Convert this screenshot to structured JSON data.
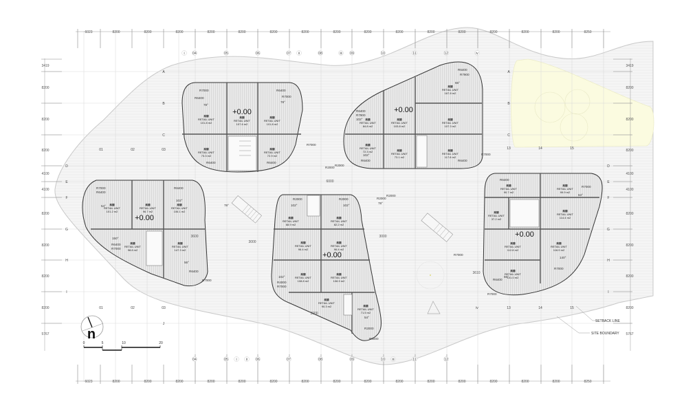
{
  "drawing": {
    "type": "architectural ground floor plan",
    "level_label": "+0.00",
    "colors": {
      "site_fill": "#f1f1f1",
      "building_fill": "#e6e6e6",
      "line": "#444444",
      "grid": "#c8c8c8",
      "highlight_zone": "#fbfbe2"
    }
  },
  "top_dimensions": [
    "6023",
    "8200",
    "8200",
    "8200",
    "8200",
    "8200",
    "8200",
    "8200",
    "8200",
    "8200",
    "8200",
    "8200",
    "8200",
    "8200",
    "8200",
    "8200",
    "8200",
    "8250"
  ],
  "bottom_dimensions": [
    "6023",
    "8200",
    "8200",
    "8200",
    "8200",
    "8200",
    "8200",
    "8200",
    "8200",
    "8200",
    "8200",
    "8200",
    "8200",
    "8200",
    "8200",
    "8200",
    "8200",
    "8250"
  ],
  "left_dimensions": [
    "3419",
    "8200",
    "8200",
    "8200",
    "4100",
    "4100",
    "8200",
    "8200",
    "8200",
    "8200",
    "5767"
  ],
  "right_dimensions": [
    "3419",
    "8200",
    "8200",
    "8200",
    "4100",
    "4100",
    "8200",
    "8200",
    "8200",
    "8200",
    "5767"
  ],
  "top_grid_labels": [
    "i",
    "04",
    "05",
    "06",
    "07",
    "ii",
    "08",
    "iii",
    "09",
    "10",
    "11",
    "12",
    "iv"
  ],
  "bottom_grid_labels": [
    "04",
    "05",
    "i",
    "ii",
    "06",
    "07",
    "08",
    "09",
    "10",
    "iii",
    "11",
    "12"
  ],
  "row_labels_left": [
    "A",
    "B",
    "C",
    "D",
    "E",
    "F",
    "G",
    "H",
    "I",
    "J"
  ],
  "row_labels_right": [
    "A",
    "B",
    "C",
    "D",
    "E",
    "F",
    "G",
    "H",
    "I"
  ],
  "inner_grid_labels": {
    "west_top": [
      "01",
      "02",
      "03"
    ],
    "west_bottom": [
      "01",
      "02",
      "03"
    ],
    "east_top": [
      "13",
      "14",
      "15"
    ],
    "east_bottom": [
      "iv",
      "13",
      "14",
      "15"
    ]
  },
  "buildings": {
    "north_west": {
      "level": "+0.00",
      "units": [
        {
          "cn": "商铺",
          "label": "RETAIL UNIT",
          "area": "101.8 m2"
        },
        {
          "cn": "商铺",
          "label": "RETAIL UNIT",
          "area": "107.6 m2"
        },
        {
          "cn": "商铺",
          "label": "RETAIL UNIT",
          "area": "101.8 m2"
        },
        {
          "cn": "商铺",
          "label": "RETAIL UNIT",
          "area": "73.3 m2"
        },
        {
          "cn": "商铺",
          "label": "RETAIL UNIT",
          "area": "72.9 m2"
        }
      ],
      "radii": [
        "R7000",
        "R6400",
        "R6400",
        "R7000",
        "R6400",
        "R6400"
      ],
      "angles": [
        "78°",
        "78°"
      ]
    },
    "north_east": {
      "level": "+0.00",
      "units": [
        {
          "cn": "商铺",
          "label": "RETAIL UNIT",
          "area": "167.8 m2"
        },
        {
          "cn": "商铺",
          "label": "RETAIL UNIT",
          "area": "84.8 m2"
        },
        {
          "cn": "商铺",
          "label": "RETAIL UNIT",
          "area": "103.8 m2"
        },
        {
          "cn": "商铺",
          "label": "RETAIL UNIT",
          "area": "107.3 m2"
        },
        {
          "cn": "商铺",
          "label": "RETAIL UNIT",
          "area": "72.3 m2"
        },
        {
          "cn": "商铺",
          "label": "RETAIL UNIT",
          "area": "73.1 m2"
        },
        {
          "cn": "商铺",
          "label": "RETAIL UNIT",
          "area": "117.8 m2"
        }
      ],
      "radii": [
        "R6400",
        "R7900",
        "R6400",
        "R7900",
        "R6400",
        "R6400"
      ],
      "angles": [
        "66°",
        "102°",
        "102°"
      ]
    },
    "west": {
      "level": "+0.00",
      "units": [
        {
          "cn": "商铺",
          "label": "RETAIL UNIT",
          "area": "101.2 m2"
        },
        {
          "cn": "商铺",
          "label": "RETAIL UNIT",
          "area": "96.7 m2"
        },
        {
          "cn": "商铺",
          "label": "RETAIL UNIT",
          "area": "106.1 m2"
        },
        {
          "cn": "商铺",
          "label": "RETAIL UNIT",
          "area": "98.8 m2"
        },
        {
          "cn": "商铺",
          "label": "RETAIL UNIT",
          "area": "147.3 m2"
        }
      ],
      "radii": [
        "R7000",
        "R6400",
        "R6400",
        "R6400",
        "R7000",
        "R6400",
        "R7000"
      ],
      "angles": [
        "54°",
        "102°",
        "150°",
        "56°"
      ]
    },
    "center": {
      "level": "+0.00",
      "units": [
        {
          "cn": "商铺",
          "label": "RETAIL UNIT",
          "area": "68.9 m2"
        },
        {
          "cn": "商铺",
          "label": "RETAIL UNIT",
          "area": "82.2 m2"
        },
        {
          "cn": "商铺",
          "label": "RETAIL UNIT",
          "area": "96.4 m2"
        },
        {
          "cn": "商铺",
          "label": "RETAIL UNIT",
          "area": "96.4 m2"
        },
        {
          "cn": "商铺",
          "label": "RETAIL UNIT",
          "area": "108.8 m2"
        },
        {
          "cn": "商铺",
          "label": "RETAIL UNIT",
          "area": "108.9 m2"
        },
        {
          "cn": "商铺",
          "label": "RETAIL UNIT",
          "area": "90.3 m2"
        },
        {
          "cn": "商铺",
          "label": "RETAIL UNIT",
          "area": "71.5 m2"
        }
      ],
      "radii": [
        "R2000",
        "R2000",
        "R4000",
        "R7000",
        "R2000",
        "R5000"
      ],
      "angles": [
        "102°",
        "102°",
        "102°",
        "54°"
      ],
      "dims": [
        "3000",
        "3000",
        "3000"
      ]
    },
    "east": {
      "level": "+0.00",
      "units": [
        {
          "cn": "商铺",
          "label": "RETAIL UNIT",
          "area": "90.7 m2"
        },
        {
          "cn": "商铺",
          "label": "RETAIL UNIT",
          "area": "99.9 m2"
        },
        {
          "cn": "商铺",
          "label": "RETAIL UNIT",
          "area": "37.2 m2"
        },
        {
          "cn": "商铺",
          "label": "RETAIL UNIT",
          "area": "114.4 m2"
        },
        {
          "cn": "商铺",
          "label": "RETAIL UNIT",
          "area": "112.8 m2"
        },
        {
          "cn": "商铺",
          "label": "RETAIL UNIT",
          "area": "116.9 m2"
        },
        {
          "cn": "商铺",
          "label": "RETAIL UNIT",
          "area": "101.0 m2"
        }
      ],
      "radii": [
        "R6400",
        "R7000",
        "R7000",
        "R6400",
        "R7000"
      ],
      "angles": [
        "64°",
        "140°",
        "66°"
      ],
      "dims": [
        "3610"
      ]
    }
  },
  "site_annotations": {
    "between_north": [
      "R7000",
      "R2000",
      "R2000",
      "6000",
      "R7000",
      "R2000",
      "R2000"
    ],
    "angles": [
      "78°",
      "78°"
    ],
    "dims": [
      "3600",
      "3000",
      "3000"
    ],
    "radii": [
      "R7000"
    ]
  },
  "legend": {
    "setback_line": "SETBACK LINE",
    "site_boundary": "SITE BOUNDARY"
  },
  "north_arrow": {
    "label": "n"
  },
  "scale_bar": {
    "ticks": [
      "0",
      "5",
      "10",
      "20"
    ]
  }
}
